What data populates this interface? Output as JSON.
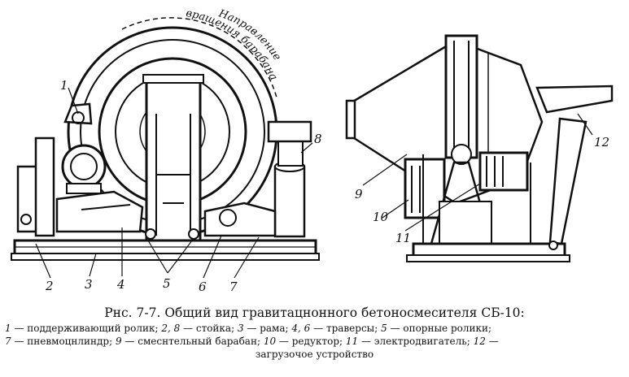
{
  "figure": {
    "arc_text_line1": "Направление",
    "arc_text_line2": "вращения барабана",
    "labels": [
      "1",
      "2",
      "3",
      "4",
      "5",
      "6",
      "7",
      "8",
      "9",
      "10",
      "11",
      "12"
    ]
  },
  "caption": {
    "title": "Рнс. 7-7. Общий вид гравитацнонного бетоносмесителя СБ-10:",
    "legend": [
      {
        "num": "1",
        "text": " — поддерживающий ролик; "
      },
      {
        "num": "2, 8",
        "text": " — стойка; "
      },
      {
        "num": "3",
        "text": " — рама; "
      },
      {
        "num": "4, 6",
        "text": " — траверсы; "
      },
      {
        "num": "5",
        "text": " — опорные ролики;"
      },
      {
        "num": "7",
        "text": " — пневмоцнлиндр; "
      },
      {
        "num": "9",
        "text": " — смеснтельный барабан; "
      },
      {
        "num": "10",
        "text": " — редуктор; "
      },
      {
        "num": "11",
        "text": " — электродвигатель; "
      },
      {
        "num": "12",
        "text": " —"
      }
    ],
    "legend_tail": "загрузочое устройство"
  }
}
